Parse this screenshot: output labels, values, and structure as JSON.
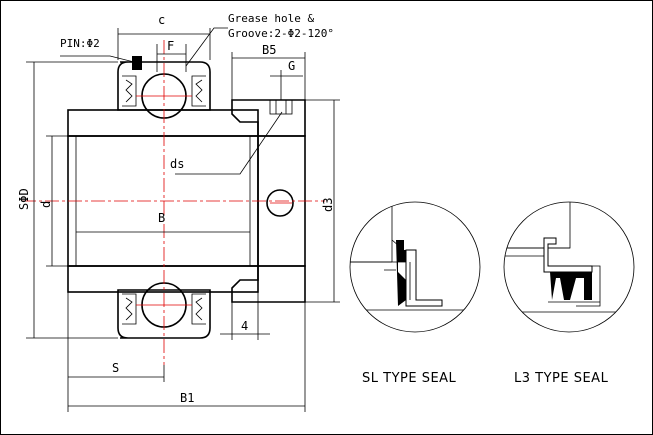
{
  "labels": {
    "c": "c",
    "f": "F",
    "grease_1": "Grease hole &",
    "grease_2": "Groove:2-Φ2-120°",
    "pin": "PIN:Φ2",
    "b5": "B5",
    "g": "G",
    "ds": "ds",
    "sod": "SΦD",
    "d": "d",
    "b": "B",
    "d3": "d3",
    "four": "4",
    "s": "S",
    "b1": "B1"
  },
  "captions": {
    "sl": "SL TYPE SEAL",
    "l3": "L3 TYPE SEAL"
  },
  "colors": {
    "line": "#000000",
    "centerline": "#e00000",
    "background": "#ffffff"
  }
}
